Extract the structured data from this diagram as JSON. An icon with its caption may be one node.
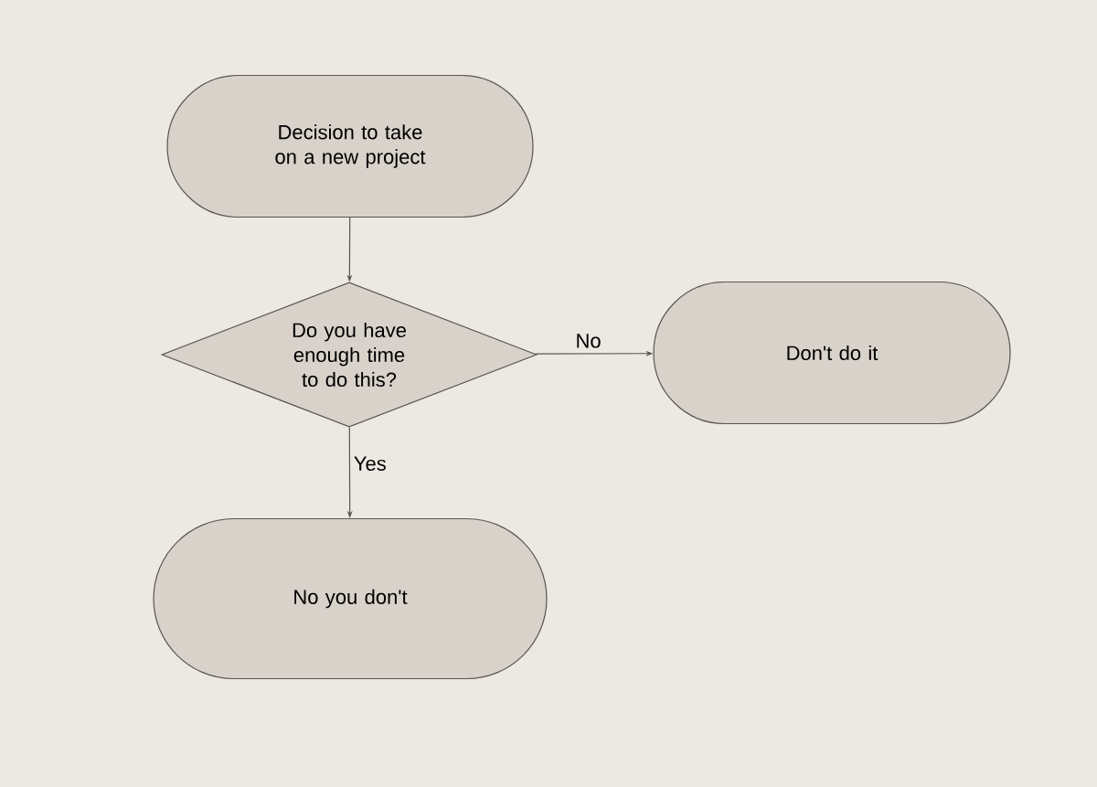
{
  "diagram": {
    "nodes": [
      {
        "text": [
          "Decision to take on a new project"
        ]
      },
      {
        "text": [
          "Do you have enough time to do this?"
        ]
      },
      {
        "text": [
          "Don't do it"
        ]
      },
      {
        "text": [
          "No you don't"
        ]
      }
    ],
    "edges": [
      {
        "from": 0,
        "to": 1,
        "arrow": "to"
      },
      {
        "from": 1,
        "to": 2,
        "arrow": "to",
        "label": "No"
      },
      {
        "from": 1,
        "to": 3,
        "arrow": "to",
        "label": "Yes"
      }
    ]
  }
}
